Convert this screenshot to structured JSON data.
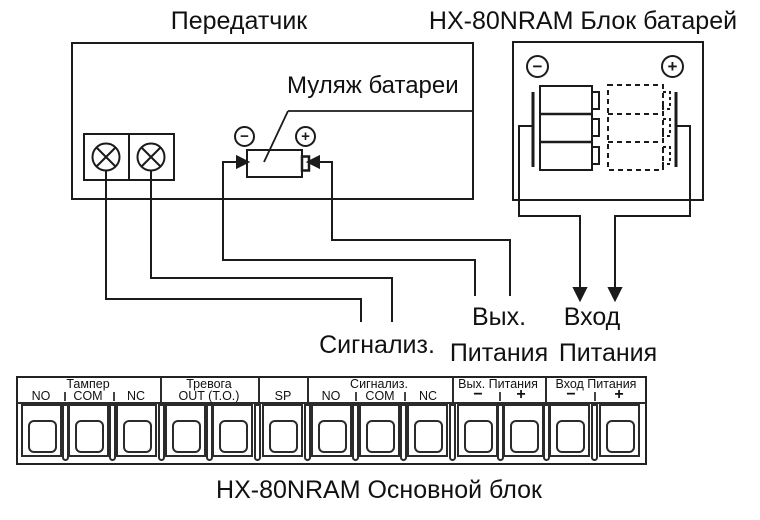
{
  "titles": {
    "transmitter": "Передатчик",
    "battery_block": "HX-80NRAM Блок батарей",
    "main_block_caption": "HX-80NRAM Основной блок"
  },
  "labels": {
    "dummy_battery": "Муляж батареи",
    "signal": "Сигнализ.",
    "out_word": "Вых.",
    "in_word": "Вход",
    "power_word_left": "Питания",
    "power_word_right": "Питания"
  },
  "symbols": {
    "minus": "−",
    "plus": "+"
  },
  "terminal_strip": {
    "groups": [
      {
        "title": "Тампер",
        "subs": [
          "NO",
          "COM",
          "NC"
        ]
      },
      {
        "title": "Тревога",
        "subs": [
          "OUT (T.O.)"
        ]
      },
      {
        "title": "",
        "subs": [
          "SP"
        ]
      },
      {
        "title": "Сигнализ.",
        "subs": [
          "NO",
          "COM",
          "NC"
        ]
      },
      {
        "title": "Вых. Питания",
        "subs": [
          "−",
          "+"
        ]
      },
      {
        "title": "Вход Питания",
        "subs": [
          "−",
          "+"
        ]
      }
    ]
  }
}
